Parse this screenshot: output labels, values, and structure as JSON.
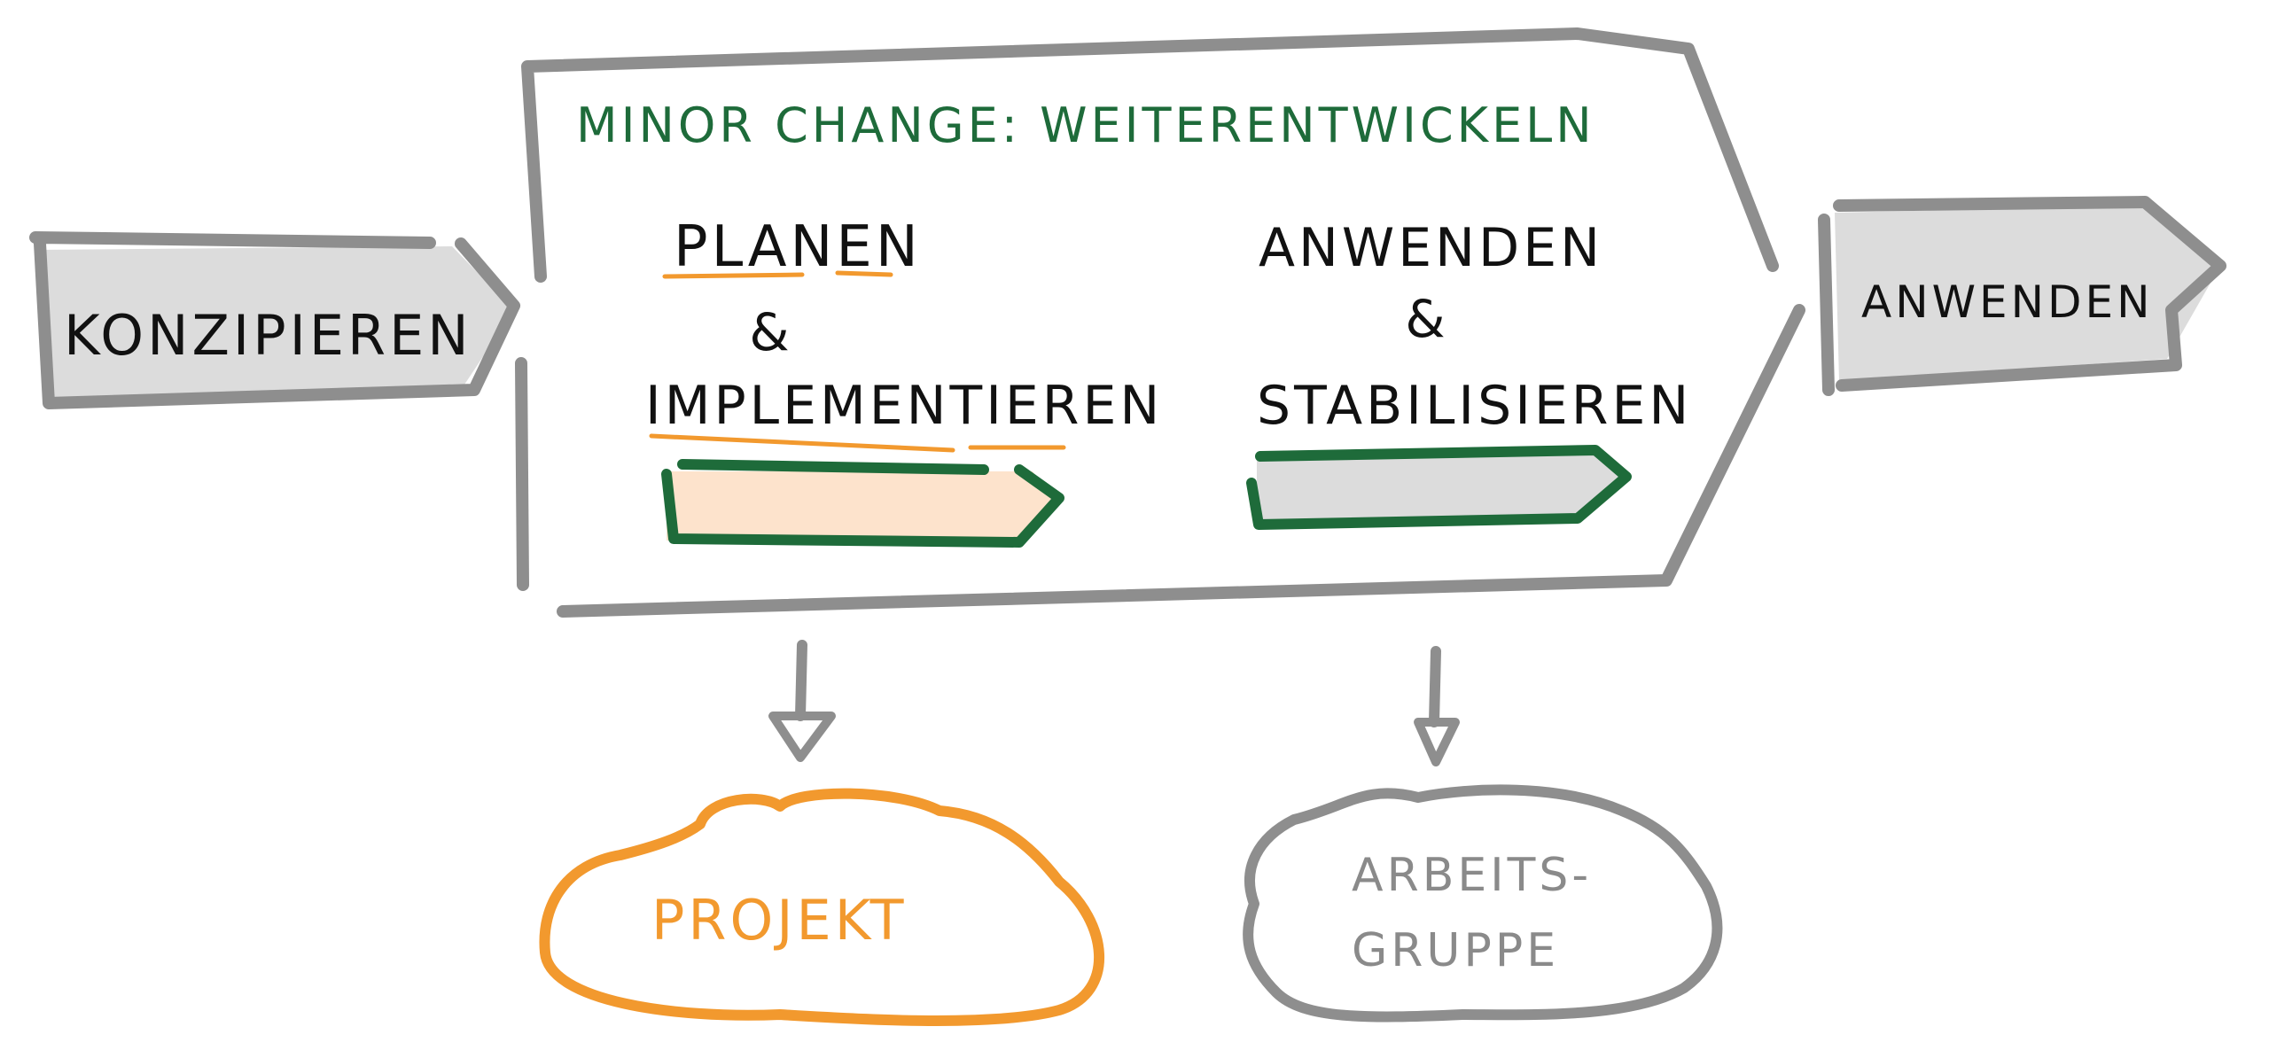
{
  "colors": {
    "stroke_gray": "#8e8e8e",
    "fill_gray": "#dcdcdc",
    "green": "#1e6b3a",
    "orange": "#f2992e",
    "peach": "#fde3cc",
    "text": "#111111"
  },
  "left_box": {
    "label": "Konzipieren"
  },
  "main_box": {
    "title": "Minor Change: Weiterentwickeln",
    "left_phase": {
      "line1": "Planen",
      "amp": "&",
      "line2": "Implementieren"
    },
    "right_phase": {
      "line1": "Anwenden",
      "amp": "&",
      "line2": "Stabilisieren"
    }
  },
  "right_box": {
    "label": "Anwenden"
  },
  "cloud_left": {
    "label": "Projekt"
  },
  "cloud_right": {
    "line1": "Arbeits-",
    "line2": "Gruppe"
  }
}
